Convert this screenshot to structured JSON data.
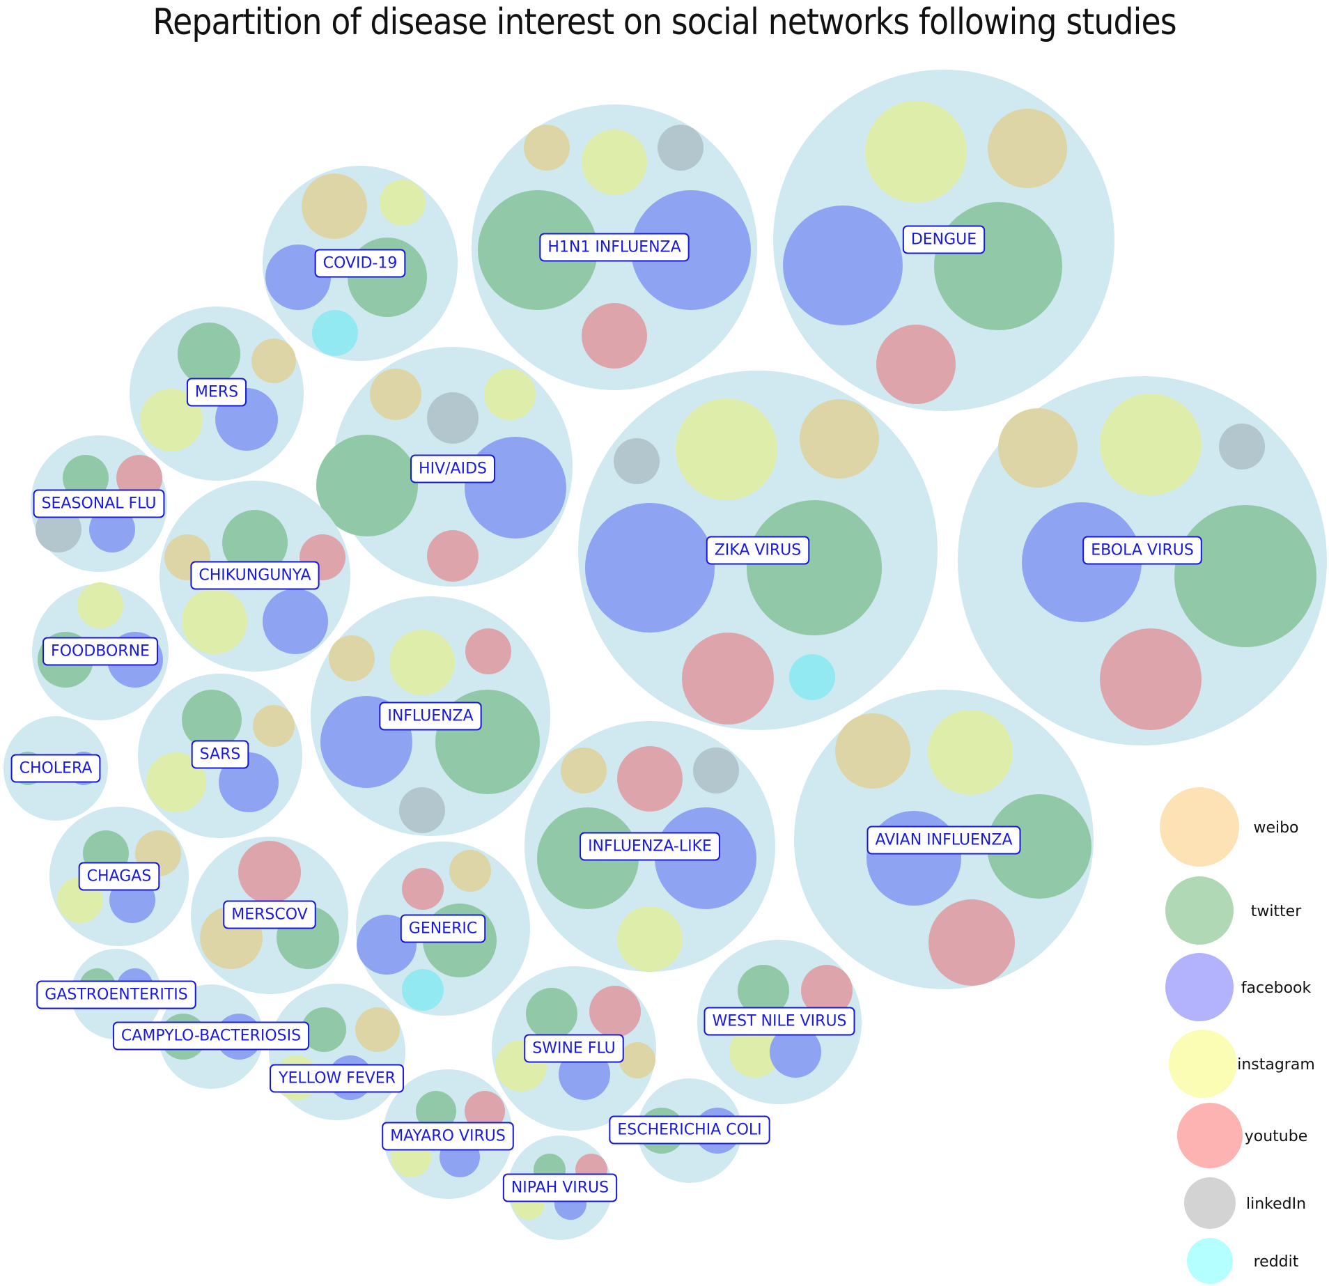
{
  "chart_data": {
    "type": "circle-packing",
    "title": "Repartition of disease interest on social networks following studies",
    "legend": {
      "placement": "right",
      "entries": [
        {
          "name": "weibo",
          "color": "#FCE2B4"
        },
        {
          "name": "twitter",
          "color": "#B1D8B4"
        },
        {
          "name": "facebook",
          "color": "#B3B3FD"
        },
        {
          "name": "instagram",
          "color": "#FCFDB5"
        },
        {
          "name": "youtube",
          "color": "#FEB3B3"
        },
        {
          "name": "linkedIn",
          "color": "#D3D3D3"
        },
        {
          "name": "reddit",
          "color": "#B4FFFF"
        }
      ]
    },
    "display_colors": {
      "weibo": "#DDD5A6",
      "twitter": "#90C8A8",
      "facebook": "#8FA3F3",
      "instagram": "#DFEDAA",
      "youtube": "#DDA5AB",
      "linkedIn": "#B3C6CE",
      "reddit": "#93E9F1",
      "disease_background": "#D0E8EF",
      "label_border": "#1818D8",
      "label_text": "#1A1ADF"
    },
    "diseases": [
      {
        "name": "DENGUE",
        "values": {
          "weibo": 3,
          "twitter": 8,
          "facebook": 7,
          "instagram": 5,
          "youtube": 3
        }
      },
      {
        "name": "EBOLA VIRUS",
        "values": {
          "weibo": 3,
          "twitter": 8,
          "facebook": 7,
          "instagram": 5,
          "youtube": 5,
          "linkedIn": 1
        }
      },
      {
        "name": "ZIKA VIRUS",
        "values": {
          "weibo": 3,
          "twitter": 8,
          "facebook": 7,
          "instagram": 5,
          "youtube": 4,
          "linkedIn": 1,
          "reddit": 1
        }
      },
      {
        "name": "H1N1 INFLUENZA",
        "values": {
          "weibo": 1,
          "twitter": 7,
          "facebook": 7,
          "instagram": 2,
          "youtube": 2,
          "linkedIn": 1
        }
      },
      {
        "name": "AVIAN INFLUENZA",
        "values": {
          "weibo": 3,
          "twitter": 6,
          "facebook": 5,
          "instagram": 4,
          "youtube": 4
        }
      },
      {
        "name": "HIV/AIDS",
        "values": {
          "weibo": 1,
          "twitter": 5,
          "facebook": 5,
          "instagram": 1,
          "youtube": 1,
          "linkedIn": 1
        }
      },
      {
        "name": "INFLUENZA",
        "values": {
          "weibo": 1,
          "twitter": 5,
          "facebook": 4,
          "instagram": 2,
          "youtube": 1,
          "linkedIn": 1
        }
      },
      {
        "name": "INFLUENZA-LIKE",
        "values": {
          "weibo": 1,
          "twitter": 5,
          "facebook": 5,
          "instagram": 2,
          "youtube": 2,
          "linkedIn": 1
        }
      },
      {
        "name": "COVID-19",
        "values": {
          "weibo": 2,
          "twitter": 3,
          "facebook": 2,
          "instagram": 1,
          "reddit": 1
        }
      },
      {
        "name": "MERS",
        "values": {
          "weibo": 1,
          "twitter": 2,
          "facebook": 2,
          "instagram": 2
        }
      },
      {
        "name": "CHIKUNGUNYA",
        "values": {
          "weibo": 1,
          "twitter": 2,
          "facebook": 2,
          "instagram": 2,
          "youtube": 1
        }
      },
      {
        "name": "SEASONAL FLU",
        "values": {
          "twitter": 1,
          "facebook": 1,
          "youtube": 1,
          "linkedIn": 1
        }
      },
      {
        "name": "FOODBORNE",
        "values": {
          "twitter": 1,
          "facebook": 1,
          "instagram": 1
        }
      },
      {
        "name": "SARS",
        "values": {
          "weibo": 1,
          "twitter": 2,
          "facebook": 2,
          "instagram": 2
        }
      },
      {
        "name": "CHOLERA",
        "values": {
          "twitter": 1,
          "facebook": 1
        }
      },
      {
        "name": "CHAGAS",
        "values": {
          "weibo": 1,
          "twitter": 1,
          "facebook": 1,
          "instagram": 1
        }
      },
      {
        "name": "MERSCOV",
        "values": {
          "weibo": 2,
          "twitter": 2,
          "youtube": 2
        }
      },
      {
        "name": "GENERIC",
        "values": {
          "weibo": 1,
          "twitter": 3,
          "facebook": 2,
          "youtube": 1,
          "reddit": 1
        }
      },
      {
        "name": "GASTROENTERITIS",
        "values": {
          "twitter": 1,
          "facebook": 1
        }
      },
      {
        "name": "CAMPYLO-BACTERIOSIS",
        "values": {
          "twitter": 1,
          "facebook": 1
        }
      },
      {
        "name": "YELLOW FEVER",
        "values": {
          "weibo": 1,
          "twitter": 1,
          "facebook": 1,
          "instagram": 1
        }
      },
      {
        "name": "SWINE FLU",
        "values": {
          "weibo": 1,
          "twitter": 2,
          "facebook": 2,
          "instagram": 2,
          "youtube": 2
        }
      },
      {
        "name": "WEST NILE VIRUS",
        "values": {
          "twitter": 2,
          "facebook": 2,
          "instagram": 2,
          "youtube": 2
        }
      },
      {
        "name": "MAYARO VIRUS",
        "values": {
          "twitter": 1,
          "facebook": 1,
          "instagram": 1,
          "youtube": 1
        }
      },
      {
        "name": "ESCHERICHIA COLI",
        "values": {
          "twitter": 1,
          "facebook": 1
        }
      },
      {
        "name": "NIPAH VIRUS",
        "values": {
          "twitter": 1,
          "facebook": 1,
          "instagram": 1,
          "youtube": 1
        }
      }
    ]
  }
}
